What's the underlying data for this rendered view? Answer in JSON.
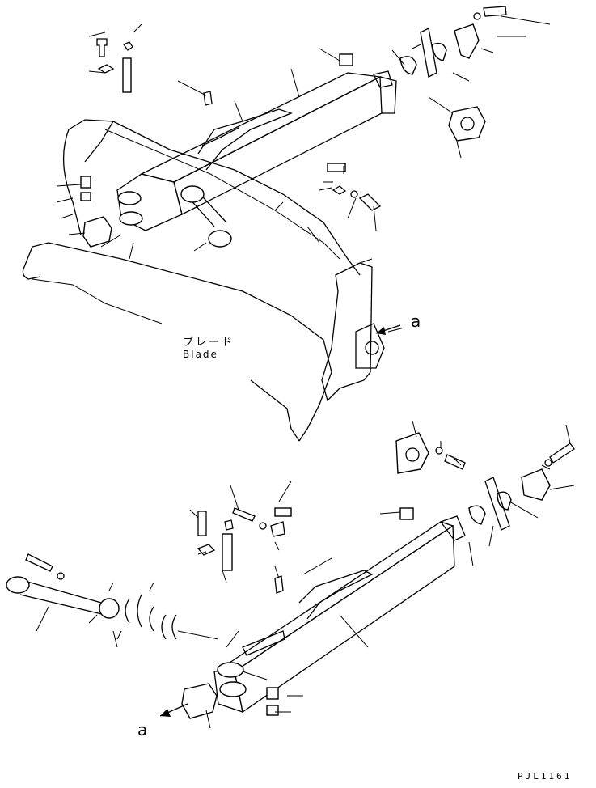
{
  "labels": {
    "view_a_top": "a",
    "view_a_bottom": "a",
    "blade_jp": "ブレード",
    "blade_en": "Blade",
    "drawing_code": "PJL1161"
  },
  "colors": {
    "line": "#000000",
    "background": "#ffffff"
  }
}
